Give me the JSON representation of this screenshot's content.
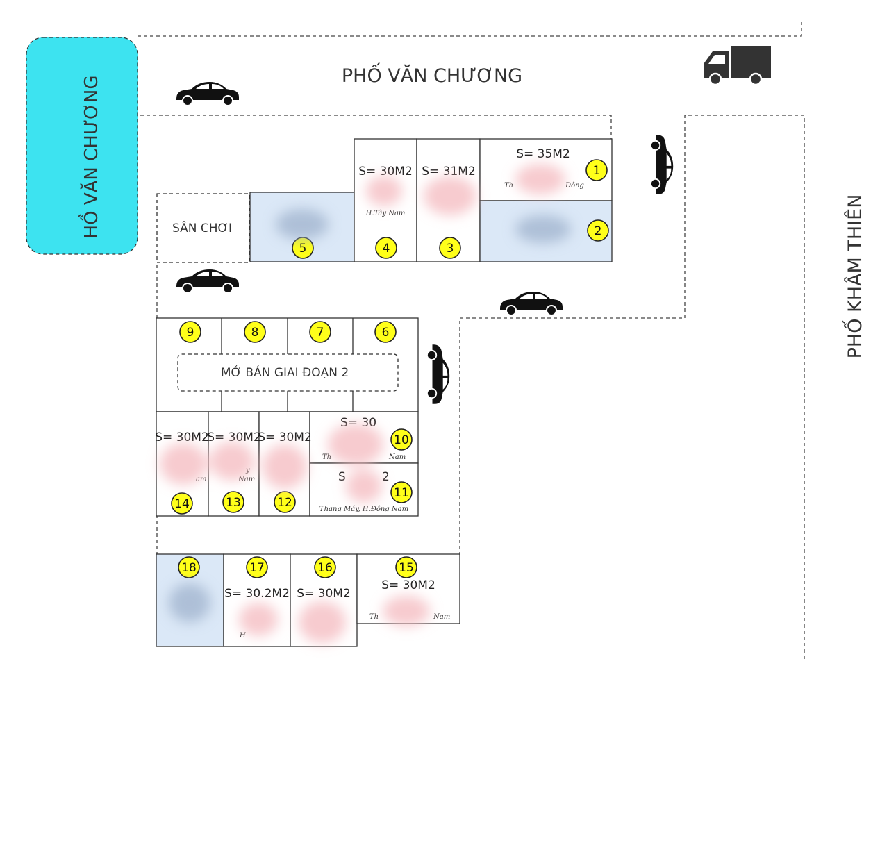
{
  "labels": {
    "lake": "HỒ VĂN CHƯƠNG",
    "street_top": "PHỐ  VĂN CHƯƠNG",
    "street_right": "PHỐ  KHÂM THIÊN",
    "playground": "SÂN CHƠI",
    "phase2": "MỞ BÁN GIAI ĐOẠN 2"
  },
  "colors": {
    "lake": "#3de3f0",
    "badge": "#ffff1a",
    "plot_blue": "#dbe8f7"
  },
  "plots": {
    "p1": {
      "num": "1",
      "area": "S= 35M2",
      "note_a": "Th",
      "note_b": "Đông"
    },
    "p2": {
      "num": "2"
    },
    "p3": {
      "num": "3",
      "area": "S= 31M2"
    },
    "p4": {
      "num": "4",
      "area": "S= 30M2",
      "note": "H.Tây Nam"
    },
    "p5": {
      "num": "5"
    },
    "p6": {
      "num": "6"
    },
    "p7": {
      "num": "7"
    },
    "p8": {
      "num": "8"
    },
    "p9": {
      "num": "9"
    },
    "p10": {
      "num": "10",
      "area": "S= 30",
      "note_a": "Th",
      "note_b": "Nam"
    },
    "p11": {
      "num": "11",
      "area_a": "S",
      "area_b": "2",
      "note": "Thang Máy, H.Đông Nam"
    },
    "p12": {
      "num": "12",
      "area": "S= 30M2"
    },
    "p13": {
      "num": "13",
      "area": "S= 30M2",
      "note_a": "y",
      "note_b": "Nam"
    },
    "p14": {
      "num": "14",
      "area": "S= 30M2",
      "note": "am"
    },
    "p15": {
      "num": "15",
      "area": "S= 30M2",
      "note_a": "Th",
      "note_b": "Nam"
    },
    "p16": {
      "num": "16",
      "area": "S= 30M2"
    },
    "p17": {
      "num": "17",
      "area": "S= 30.2M2",
      "note": "H"
    },
    "p18": {
      "num": "18"
    }
  },
  "icons": [
    "car-icon",
    "truck-icon"
  ]
}
